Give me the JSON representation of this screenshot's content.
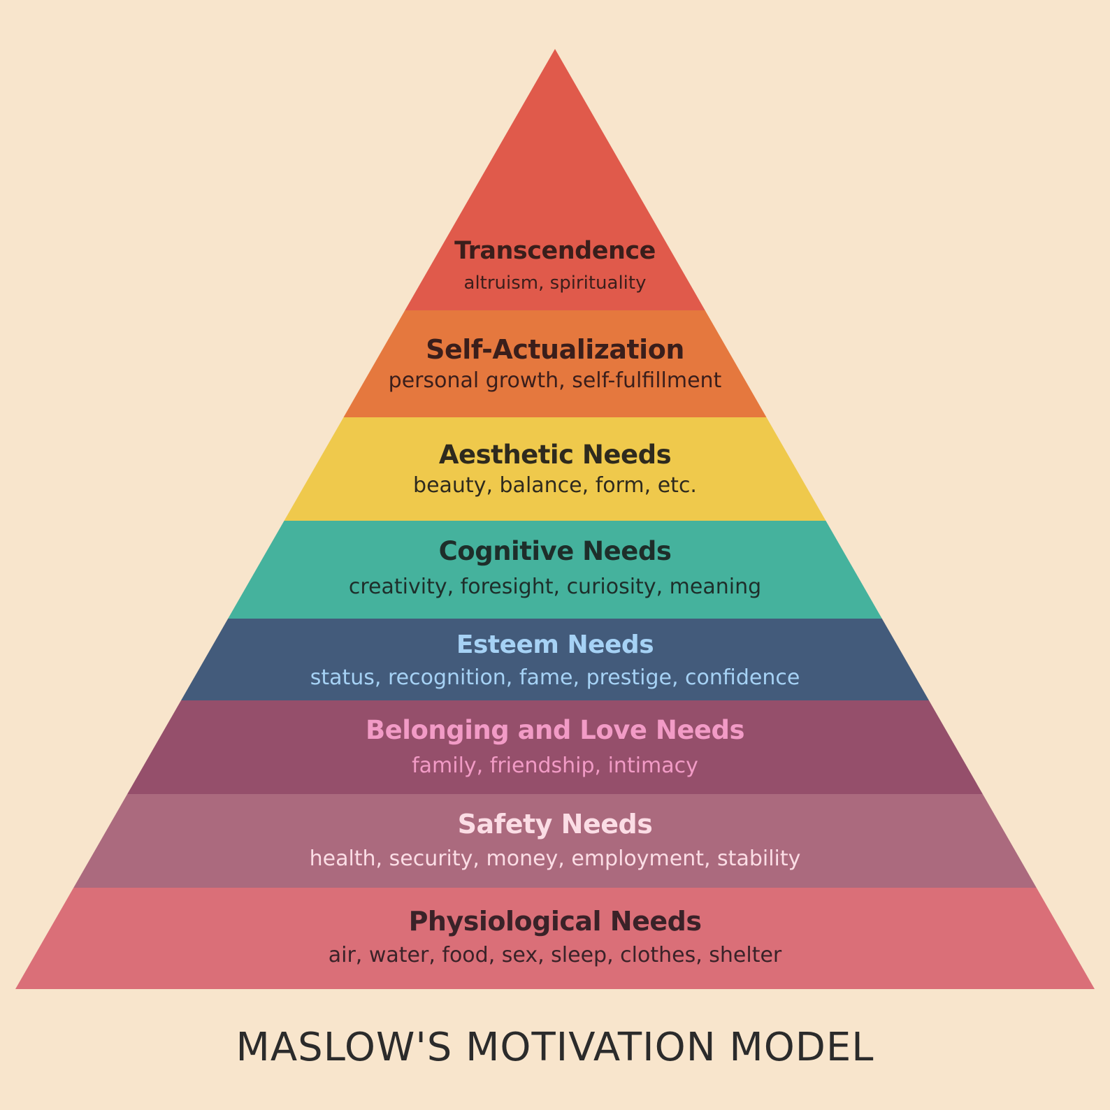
{
  "colors": {
    "background": "#f8e5cc"
  },
  "title": "MASLOW'S MOTIVATION MODEL",
  "tiers": [
    {
      "name": "Transcendence",
      "description": "altruism, spirituality",
      "fill": "#e05a4b",
      "title_color": "#3a1e1b",
      "desc_color": "#3a1e1b"
    },
    {
      "name": "Self-Actualization",
      "description": "personal growth, self-fulfillment",
      "fill": "#e5783e",
      "title_color": "#3a1e1b",
      "desc_color": "#3a1e1b"
    },
    {
      "name": "Aesthetic Needs",
      "description": "beauty, balance, form, etc.",
      "fill": "#efc94c",
      "title_color": "#2e2a1e",
      "desc_color": "#2e2a1e"
    },
    {
      "name": "Cognitive Needs",
      "description": "creativity, foresight, curiosity, meaning",
      "fill": "#45b29d",
      "title_color": "#1e2e2a",
      "desc_color": "#1e2e2a"
    },
    {
      "name": "Esteem Needs",
      "description": "status, recognition, fame, prestige, confidence",
      "fill": "#435b7b",
      "title_color": "#a6d2f5",
      "desc_color": "#a6d2f5"
    },
    {
      "name": "Belonging and Love Needs",
      "description": "family, friendship, intimacy",
      "fill": "#954f6b",
      "title_color": "#f29bc6",
      "desc_color": "#f29bc6"
    },
    {
      "name": "Safety Needs",
      "description": "health, security, money, employment, stability",
      "fill": "#ab6a7e",
      "title_color": "#fbdde5",
      "desc_color": "#fbdde5"
    },
    {
      "name": "Physiological Needs",
      "description": "air, water, food, sex, sleep, clothes, shelter",
      "fill": "#da6f78",
      "title_color": "#3a2228",
      "desc_color": "#3a2228"
    }
  ]
}
